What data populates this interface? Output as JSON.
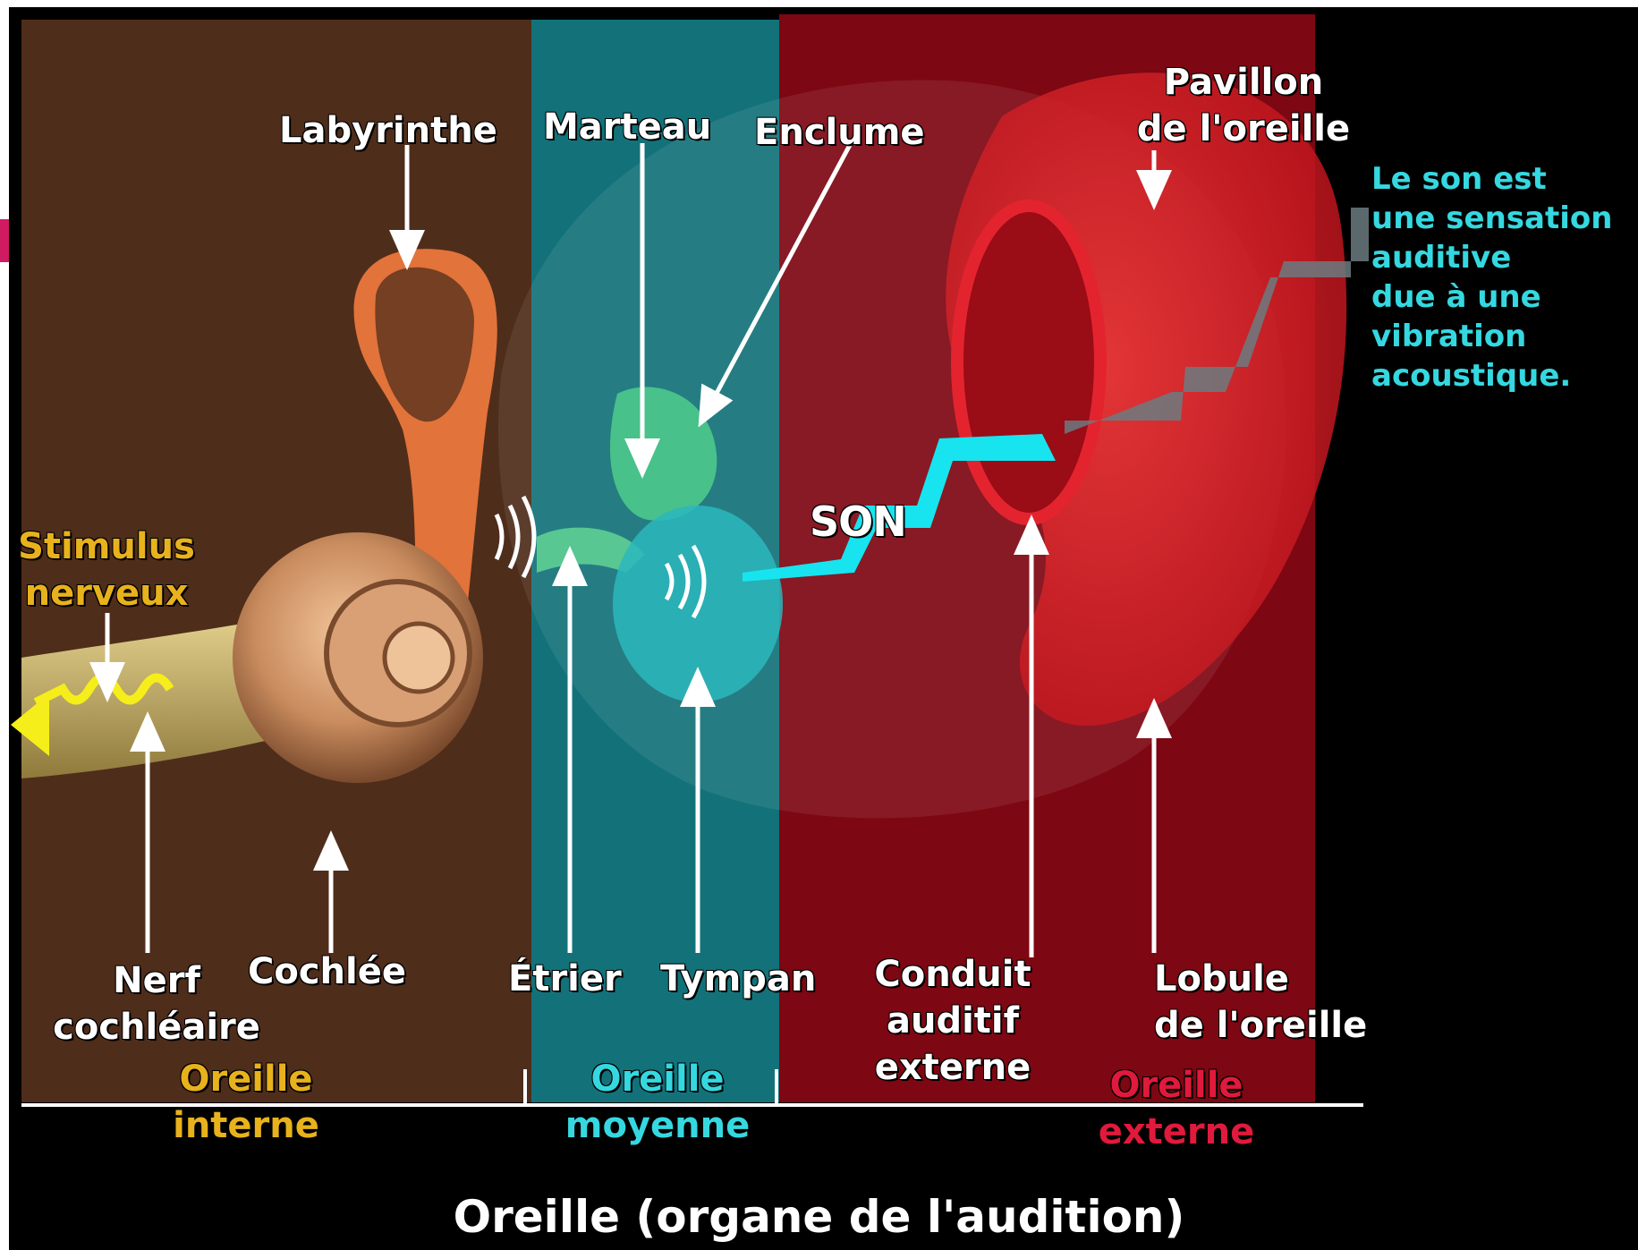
{
  "title": "Oreille (organe de l'audition)",
  "colors": {
    "inner_ear_panel": "#4f2d1b",
    "middle_ear_panel": "#137279",
    "outer_ear_panel": "#7d0712",
    "background": "#000000",
    "inner_label": "#e8b21c",
    "middle_label": "#35d8e0",
    "outer_label": "#e01a3c",
    "nerve_signal": "#f5ee1a",
    "sound_wave": "#17e4ef"
  },
  "labels": {
    "labyrinthe": "Labyrinthe",
    "marteau": "Marteau",
    "enclume": "Enclume",
    "pavillon": [
      "Pavillon",
      "de l'oreille"
    ],
    "stimulus": [
      "Stimulus",
      "nerveux"
    ],
    "son": "SON",
    "nerf": [
      "Nerf",
      "cochléaire"
    ],
    "cochlee": "Cochlée",
    "etrier": "Étrier",
    "tympan": "Tympan",
    "conduit": [
      "Conduit",
      "auditif",
      "externe"
    ],
    "lobule": [
      "Lobule",
      "de l'oreille"
    ]
  },
  "sections": {
    "interne": [
      "Oreille",
      "interne"
    ],
    "moyenne": [
      "Oreille",
      "moyenne"
    ],
    "externe": [
      "Oreille",
      "externe"
    ]
  },
  "side_note": [
    "Le son est",
    "une sensation",
    "auditive",
    "due à une",
    "vibration",
    "acoustique."
  ]
}
